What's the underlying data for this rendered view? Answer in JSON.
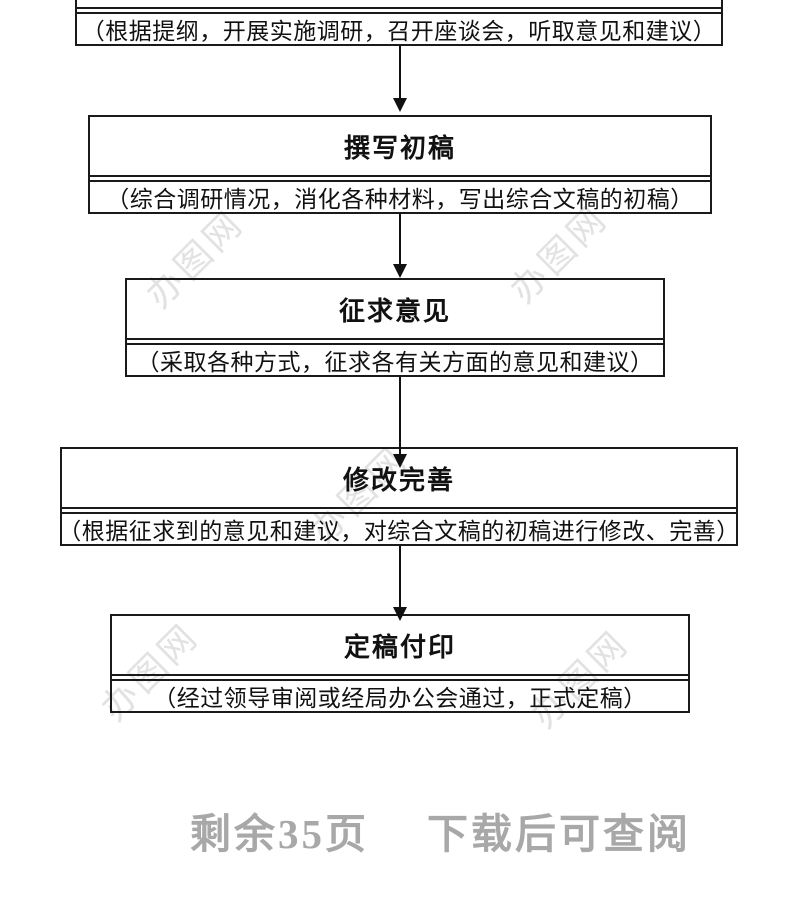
{
  "page": {
    "background": "#ffffff"
  },
  "colors": {
    "box_border": "#1a1a1a",
    "box_text": "#111111",
    "footer_text": "#a8a8a8",
    "watermark": "#e2e2e2"
  },
  "watermark": {
    "text": "办图网"
  },
  "flowchart": {
    "stages": [
      {
        "title": "",
        "subtitle": "（根据提纲，开展实施调研，召开座谈会，听取意见和建议）"
      },
      {
        "title": "撰写初稿",
        "subtitle": "（综合调研情况，消化各种材料，写出综合文稿的初稿）"
      },
      {
        "title": "征求意见",
        "subtitle": "（采取各种方式，征求各有关方面的意见和建议）"
      },
      {
        "title": "修改完善",
        "subtitle": "（根据征求到的意见和建议，对综合文稿的初稿进行修改、完善）"
      },
      {
        "title": "定稿付印",
        "subtitle": "（经过领导审阅或经局办公会通过，正式定稿）"
      }
    ]
  },
  "footer": {
    "remaining": "剩余35页",
    "hint": "下载后可查阅"
  }
}
